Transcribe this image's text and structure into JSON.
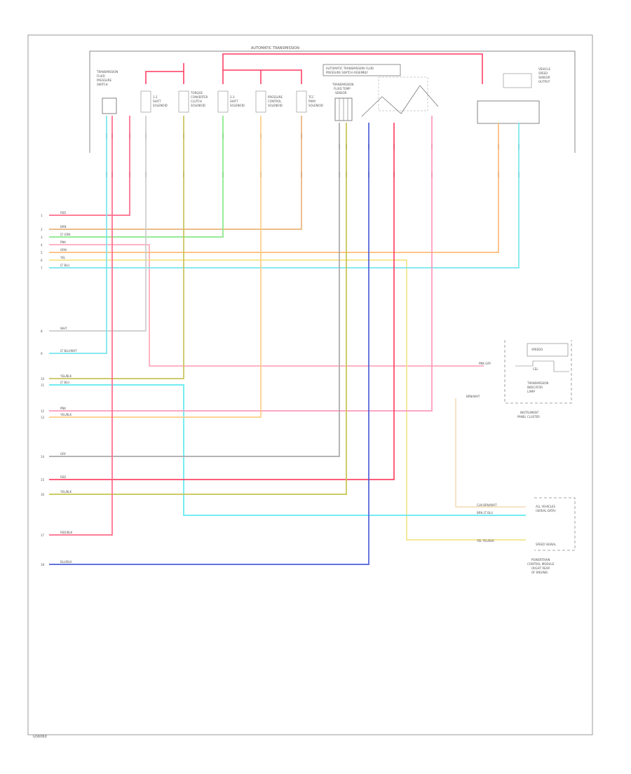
{
  "header": {
    "title": "AUTOMATIC TRANSMISSION"
  },
  "footer": {
    "id": "G56060"
  },
  "components": {
    "pressure_switch": [
      "TRANSMISSION",
      "FLUID",
      "PRESSURE",
      "SWITCH"
    ],
    "solenoid_1": [
      "1-2",
      "SHIFT",
      "SOLENOID"
    ],
    "solenoid_2": [
      "TORQUE",
      "CONVERTER",
      "CLUTCH",
      "SOLENOID"
    ],
    "solenoid_3": [
      "2-3",
      "SHIFT",
      "SOLENOID"
    ],
    "solenoid_4": [
      "PRESSURE",
      "CONTROL",
      "SOLENOID"
    ],
    "solenoid_5": [
      "TCC",
      "PWM",
      "SOLENOID"
    ],
    "temp_sensor": [
      "TRANSMISSION",
      "FLUID TEMP",
      "SENSOR"
    ],
    "pressure_assembly": [
      "AUTOMATIC TRANSMISSION FLUID",
      "PRESSURE SWITCH ASSEMBLY"
    ],
    "speed_sensor": [
      "VEHICLE",
      "SPEED",
      "SENSOR",
      "OUTPUT"
    ],
    "instrument_cluster": {
      "label": [
        "INSTRUMENT",
        "PANEL CLUSTER"
      ],
      "inner_top": "SPEEDO",
      "inner_mid": "CEL",
      "inner_bottom": [
        "TRANSMISSION",
        "INDICATOR",
        "LAMP"
      ]
    },
    "pcm": {
      "label": [
        "POWERTRAIN",
        "CONTROL MODULE",
        "(RIGHT REAR",
        "OF ENGINE)"
      ],
      "inner_top": [
        "ALL VEHICLES",
        "(SERIAL DATA)"
      ],
      "inner_bottom": "SPEED SIGNAL"
    }
  },
  "wires": [
    {
      "label": "RED",
      "pin": "1",
      "color": "#ff6b8a"
    },
    {
      "label": "BRN",
      "pin": "2",
      "color": "#e8b27a"
    },
    {
      "label": "LT GRN",
      "pin": "3",
      "color": "#88e888"
    },
    {
      "label": "PNK",
      "pin": "4",
      "color": "#ffaabd"
    },
    {
      "label": "ORN",
      "pin": "5",
      "color": "#ffbb77"
    },
    {
      "label": "YEL",
      "pin": "6",
      "color": "#f4e48a"
    },
    {
      "label": "LT BLU",
      "pin": "7",
      "color": "#77e6ee"
    },
    {
      "label": "WHT",
      "pin": "8",
      "color": "#cccccc"
    },
    {
      "label": "LT BLU/WHT",
      "pin": "9",
      "color": "#77e6ee"
    },
    {
      "label": "YEL/BLK",
      "pin": "10",
      "color": "#c9c45a"
    },
    {
      "label": "LT BLU",
      "pin": "11",
      "color": "#5fe9f0"
    },
    {
      "label": "PNK",
      "pin": "12",
      "color": "#ff99bb"
    },
    {
      "label": "YEL/BLK",
      "pin": "13",
      "color": "#ffcc88"
    },
    {
      "label": "GRY",
      "pin": "14",
      "color": "#aaaaaa"
    },
    {
      "label": "RED",
      "pin": "15",
      "color": "#ff4466"
    },
    {
      "label": "YEL/BLK",
      "pin": "16",
      "color": "#c8c450"
    },
    {
      "label": "RED/BLK",
      "pin": "17",
      "color": "#ff6b8a"
    },
    {
      "label": "BLU/BLK",
      "pin": "18",
      "color": "#4f5fd8"
    }
  ],
  "right_labels": {
    "cluster_in": "PNK  GRY",
    "cluster_low": "BRN/WHT",
    "pcm_in_1": "CLN  BRN/WHT",
    "pcm_in_2": "BRN  LT BLU",
    "pcm_in_3": "YEL  YEL/BLK"
  }
}
